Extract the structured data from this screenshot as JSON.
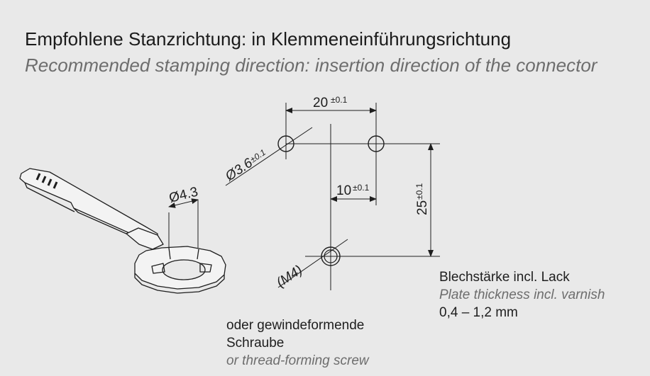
{
  "header": {
    "title_de": "Empfohlene Stanzrichtung: in Klemmeneinführungsrichtung",
    "title_en": "Recommended stamping direction: insertion direction of the connector"
  },
  "drawing": {
    "connector": {
      "diameter_label": "Ø4.3"
    },
    "dimensions": {
      "hole_diameter": {
        "value": "Ø3.6",
        "tol": "±0.1"
      },
      "width": {
        "value": "20",
        "tol": "±0.1"
      },
      "offset": {
        "value": "10",
        "tol": "±0.1"
      },
      "height": {
        "value": "25",
        "tol": "±0.1"
      },
      "thread": "(M4)"
    }
  },
  "notes": {
    "screw": {
      "line1_de": "oder gewindeformende",
      "line2_de": "Schraube",
      "line_en": "or thread-forming screw"
    },
    "plate": {
      "line_de": "Blechstärke incl. Lack",
      "line_en": "Plate thickness incl. varnish",
      "range": "0,4 – 1,2 mm"
    }
  },
  "colors": {
    "background": "#e9e9e9",
    "line": "#1e1e1e",
    "muted_text": "#6d6d6d"
  }
}
